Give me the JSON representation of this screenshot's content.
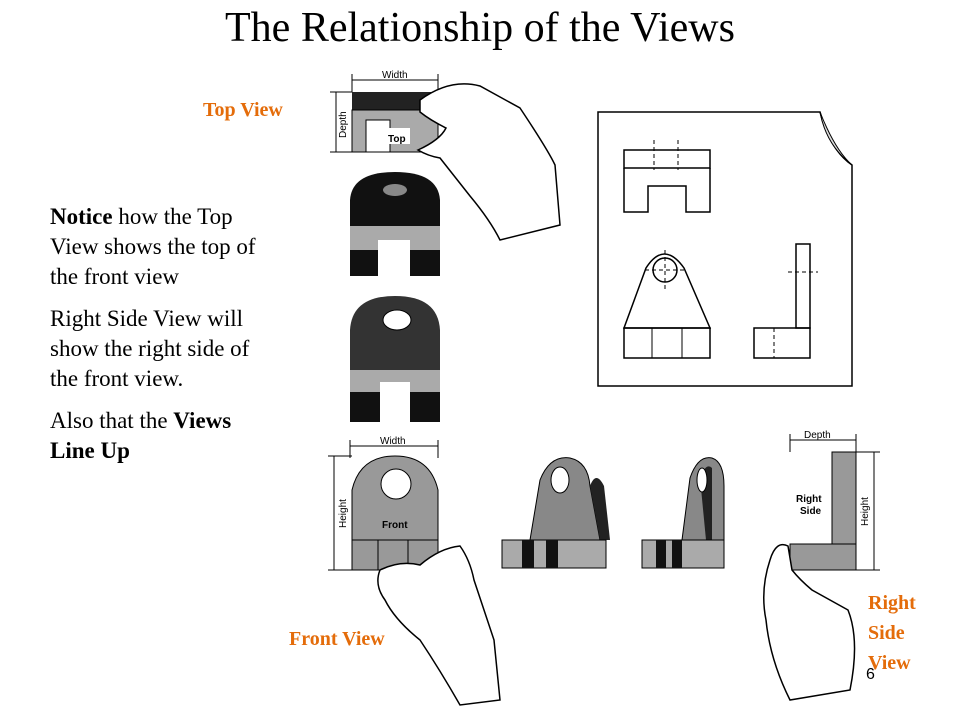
{
  "slide": {
    "title": "The Relationship of the Views",
    "page_number": "6",
    "labels": {
      "top_view": "Top View",
      "front_view": "Front View",
      "right_side_view_1": "Right",
      "right_side_view_2": "Side",
      "right_side_view_3": "View"
    },
    "body": {
      "p1_bold": "Notice",
      "p1_rest": " how the Top View shows the top of the front view",
      "p2": "Right Side View will show the right side of the front view.",
      "p3_lead": "Also that the ",
      "p3_bold": "Views Line Up"
    },
    "figure": {
      "width_label_top": "Width",
      "depth_label_top": "Depth",
      "top_face_label": "Top",
      "width_label_front": "Width",
      "height_label_front": "Height",
      "front_face_label": "Front",
      "depth_label_side": "Depth",
      "side_face_label_1": "Right",
      "side_face_label_2": "Side",
      "height_label_side": "Height"
    }
  }
}
